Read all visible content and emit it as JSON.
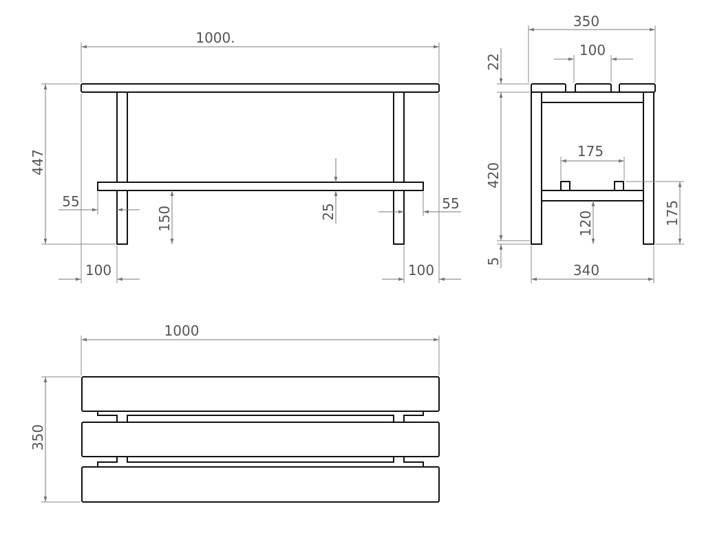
{
  "drawing": {
    "front_view": {
      "dims": {
        "length": "1000.",
        "height": "447",
        "stretcher_inset_left": "55",
        "stretcher_inset_right": "55",
        "stretcher_height": "150",
        "stretcher_thickness": "25",
        "leg_offset_left": "100",
        "leg_offset_right": "100"
      }
    },
    "side_view": {
      "dims": {
        "width": "350",
        "slat_gap": "100",
        "top_thickness": "22",
        "leg_height": "420",
        "foot": "5",
        "bracket_spacing": "175",
        "stretcher_height": "120",
        "bracket_height": "175",
        "leg_span": "340"
      }
    },
    "top_view": {
      "dims": {
        "length": "1000",
        "width": "350"
      }
    }
  }
}
